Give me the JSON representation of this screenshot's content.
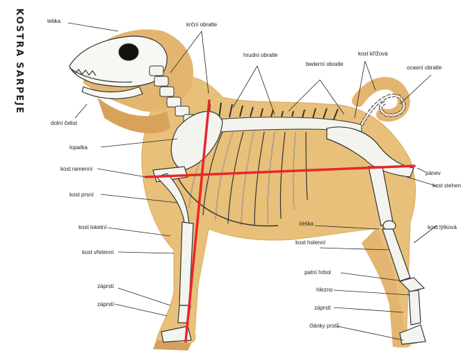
{
  "title": "KOSTRA ŠARPEJE",
  "accent_color": "#e8262c",
  "labels": {
    "lebka": "lebka",
    "krcni_obratle": "krční obratle",
    "hrudni_obratle": "hrudní obratle",
    "bederni_obratle": "bederní obratle",
    "kost_krizova": "kost křížová",
    "ocasni_obratle": "ocasní obratle",
    "dolni_celist": "dolní čelist",
    "lopatka": "lopatka",
    "kost_ramenni": "kost ramenní",
    "kost_prsni": "kost prsní",
    "kost_loketni": "kost loketní",
    "kost_vretenni": "kost vřetenní",
    "zaprsti": "záprstí",
    "zaprsti2": "záprstí",
    "panev": "pánev",
    "kost_stehenni": "kost stehenní",
    "ceska": "čéška",
    "kost_holenni": "kost holenní",
    "kost_lytkova": "kost lýtková",
    "patni_hrbol": "patní hrbol",
    "hlezno": "hlezno",
    "zaprsti3": "záprstí",
    "clanky_prstu": "články prstů"
  }
}
